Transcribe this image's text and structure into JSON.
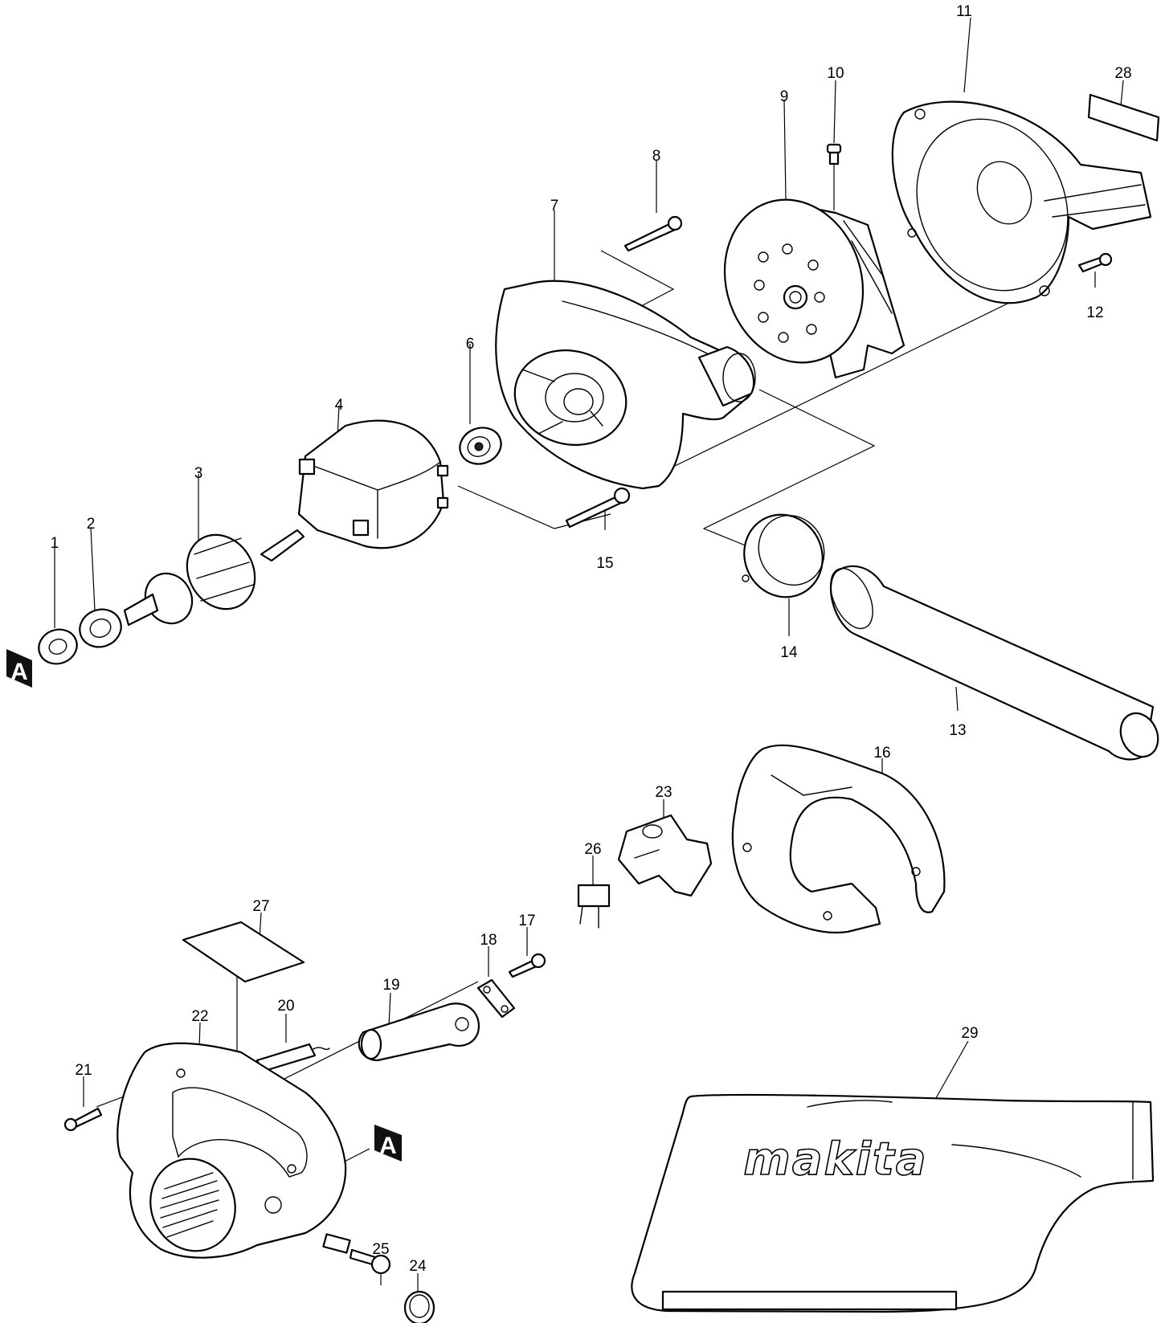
{
  "callouts": {
    "c1": "1",
    "c2": "2",
    "c3": "3",
    "c4": "4",
    "c6": "6",
    "c7": "7",
    "c8": "8",
    "c9": "9",
    "c10": "10",
    "c11": "11",
    "c12": "12",
    "c13": "13",
    "c14": "14",
    "c15": "15",
    "c16": "16",
    "c17": "17",
    "c18": "18",
    "c19": "19",
    "c20": "20",
    "c21": "21",
    "c22": "22",
    "c23": "23",
    "c24": "24",
    "c25": "25",
    "c26": "26",
    "c27": "27",
    "c28": "28",
    "c29": "29"
  },
  "markers": {
    "top_left": "A",
    "bottom": "A"
  },
  "dust_bag": {
    "brand_logo": "makita"
  }
}
